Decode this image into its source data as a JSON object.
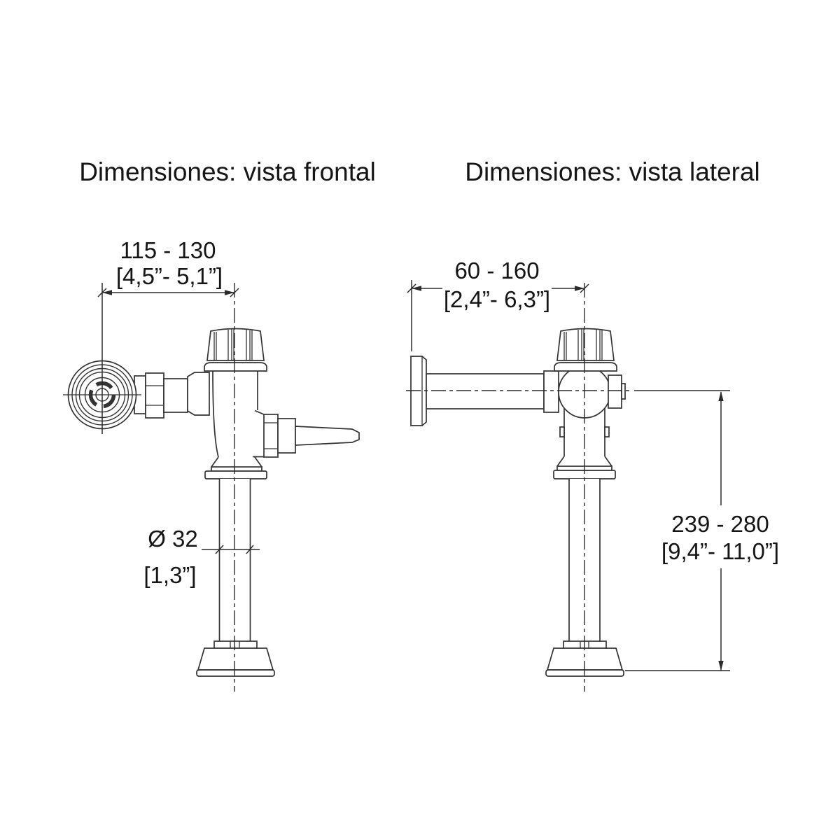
{
  "front_view": {
    "title": "Dimensiones: vista frontal",
    "width_mm": "115 - 130",
    "width_in": "[4,5”- 5,1”]",
    "diameter_mm": "Ø 32",
    "diameter_in": "[1,3”]"
  },
  "lateral_view": {
    "title": "Dimensiones: vista lateral",
    "depth_mm": "60 - 160",
    "depth_in": "[2,4”- 6,3”]",
    "height_mm": "239 - 280",
    "height_in": "[9,4”- 11,0”]"
  }
}
